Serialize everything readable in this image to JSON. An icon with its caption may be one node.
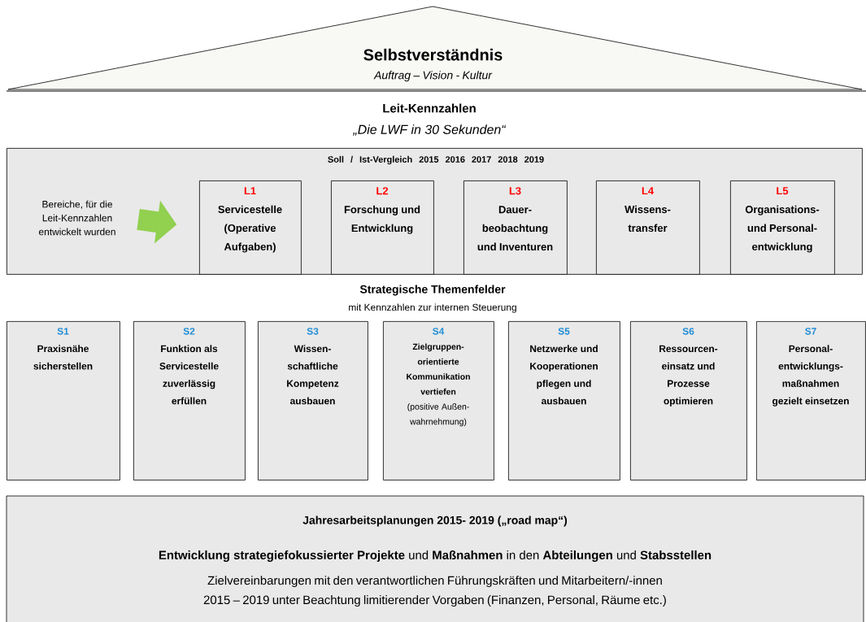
{
  "diagram": {
    "nodes": [
      {
        "text": [
          "Selbstverständnis",
          "Auftrag – Vision - Kultur"
        ]
      },
      {
        "text": [
          "Leit-Kennzahlen",
          "„Die LWF in 30 Sekunden“",
          "Soll / Ist-Vergleich 2015 2016 2017 2018 2019"
        ]
      },
      {
        "text": [
          "Bereiche, für die Leit-Kennzahlen entwickelt wurden"
        ],
        "in": 1
      },
      {
        "text": [
          "L1",
          "Servicestelle (Operative Aufgaben)"
        ],
        "in": 1
      },
      {
        "text": [
          "L2",
          "Forschung und Entwicklung"
        ],
        "in": 1
      },
      {
        "text": [
          "L3",
          "Dauer-beobachtung und Inventuren"
        ],
        "in": 1
      },
      {
        "text": [
          "L4",
          "Wissens-transfer"
        ],
        "in": 1
      },
      {
        "text": [
          "L5",
          "Organisations- und Personal-entwicklung"
        ],
        "in": 1
      },
      {
        "text": [
          "S1",
          "Praxisnähe sicherstellen"
        ]
      },
      {
        "text": [
          "S2",
          "Funktion als Servicestelle zuverlässig erfüllen"
        ]
      },
      {
        "text": [
          "S3",
          "Wissen-schaftliche Kompetenz ausbauen"
        ]
      },
      {
        "text": [
          "S4",
          "Zielgruppen-orientierte Kommunikation vertiefen",
          "(positive Außen-wahrnehmung)"
        ]
      },
      {
        "text": [
          "S5",
          "Netzwerke und Kooperationen pflegen und ausbauen"
        ]
      },
      {
        "text": [
          "S6",
          "Ressourcen-einsatz und Prozesse optimieren"
        ]
      },
      {
        "text": [
          "S7",
          "Personal-entwicklungs-maßnahmen gezielt einsetzen"
        ]
      },
      {
        "text": [
          "Jahresarbeitsplanungen 2015- 2019 („road map“)",
          "**Entwicklung strategiefokussierter Projekte** und **Maßnahmen** in den **Abteilungen** und **Stabsstellen**",
          "Zielvereinbarungen mit den verantwortlichen Führungskräften und Mitarbeitern/-innen 2015 – 2019 unter Beachtung limitierender Vorgaben (Finanzen, Personal, Räume etc.)"
        ]
      }
    ],
    "edges": [
      {
        "from": 2,
        "to": 3,
        "arrow": "to",
        "color": "#92d050"
      }
    ],
    "labels": [
      "Strategische Themenfelder",
      "mit Kennzahlen zur internen Steuerung"
    ]
  }
}
